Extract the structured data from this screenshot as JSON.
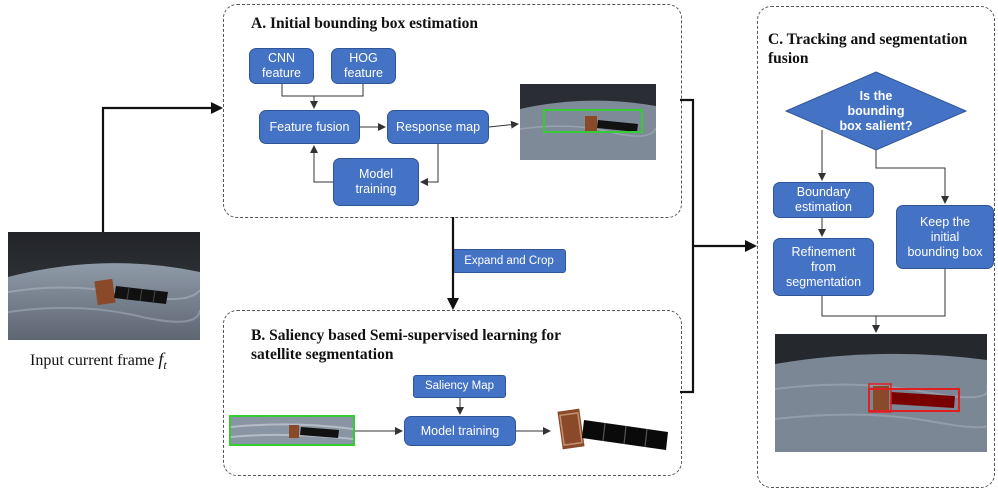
{
  "panels": {
    "a_title": "A. Initial bounding box estimation",
    "b_title_line1": "B. Saliency based Semi-supervised learning for",
    "b_title_line2": "satellite segmentation",
    "c_title_line1": "C. Tracking and segmentation",
    "c_title_line2": "fusion"
  },
  "boxes": {
    "cnn_feature": "CNN\nfeature",
    "hog_feature": "HOG\nfeature",
    "feature_fusion": "Feature fusion",
    "response_map": "Response map",
    "model_training_a": "Model\ntraining",
    "expand_crop": "Expand and Crop",
    "saliency_map": "Saliency Map",
    "model_training_b": "Model training",
    "decision": "Is the\nbounding\nbox salient?",
    "boundary_estimation": "Boundary\nestimation",
    "refinement": "Refinement\nfrom\nsegmentation",
    "keep_box": "Keep the\ninitial\nbounding box"
  },
  "caption": {
    "text": "Input current frame ",
    "var": "f",
    "sub": "t"
  },
  "colors": {
    "box_fill": "#4472c4",
    "green_bbox": "#33cc33",
    "red_bbox": "#e02020"
  }
}
